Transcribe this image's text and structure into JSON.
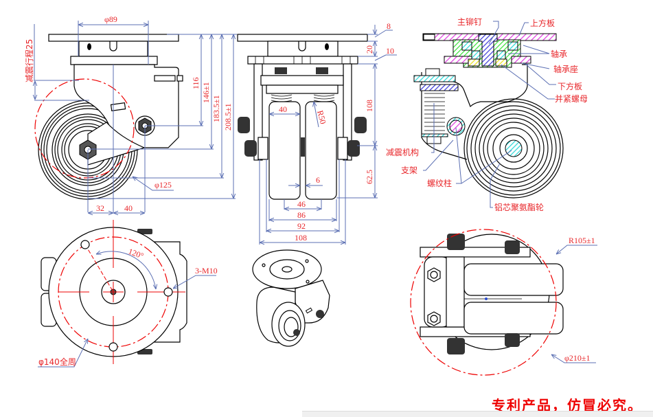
{
  "drawing": {
    "side_view": {
      "shock_travel": "减震行程25",
      "top_diameter": "φ89",
      "wheel_diameter": "φ125",
      "offset_left": "32",
      "offset_right": "40",
      "heights": [
        "116",
        "146±1",
        "183.5±1",
        "208.5±1"
      ]
    },
    "front_view": {
      "plate_thickness": "8",
      "swivel_height": "20",
      "lower_plate": "10",
      "frame_height": "108",
      "axle_height": "62.5",
      "wheel_width": "40",
      "radius": "R50",
      "gap": "6",
      "inner_width": "46",
      "span_86": "86",
      "span_92": "92",
      "span_108": "108"
    },
    "section_view": {
      "labels": {
        "main_rivet": "主铆钉",
        "upper_plate": "上方板",
        "bearing": "轴承",
        "bearing_seat": "轴承座",
        "lower_plate": "下方板",
        "lock_nut": "并紧螺母",
        "shock_mechanism": "减震机构",
        "bracket": "支架",
        "threaded_post": "螺纹柱",
        "wheel": "铝芯聚氨酯轮"
      },
      "hatch_colors": {
        "plate": "#e040e0",
        "bearing": "#40e0e0",
        "seat": "#40e040",
        "rivet": "#4040e0",
        "nut": "#e0e040"
      }
    },
    "top_view": {
      "angle": "120°",
      "holes": "3-M10",
      "bolt_circle": "φ140全周"
    },
    "bottom_view": {
      "radius": "R105±1",
      "swing_diameter": "φ210±1"
    },
    "footer_notice": "专利产品，仿冒必究。"
  },
  "colors": {
    "dimension_line": "#5b6fb3",
    "label_text": "#e8262a",
    "center_line": "#ee0000"
  }
}
